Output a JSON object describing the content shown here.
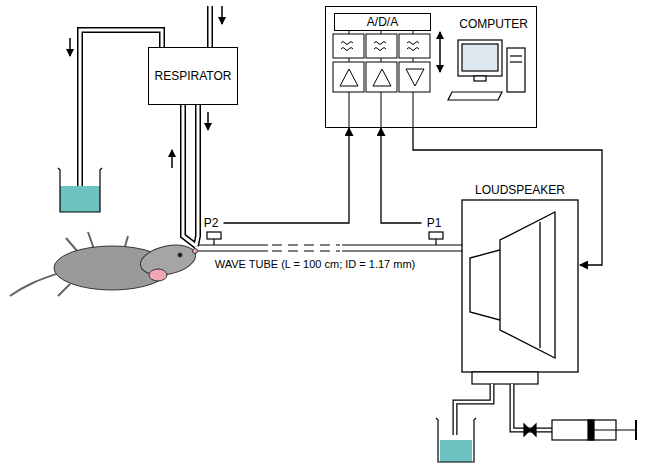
{
  "diagram": {
    "nodes": [
      {
        "text": [
          "COMPUTER"
        ]
      },
      {
        "text": [
          "A/D/A"
        ],
        "in": 0
      },
      {
        "text": [
          "RESPIRATOR"
        ]
      },
      {
        "text": [
          "P2"
        ]
      },
      {
        "text": [
          "P1"
        ]
      },
      {
        "text": [
          "LOUDSPEAKER"
        ]
      }
    ],
    "edges": [
      {
        "from": 3,
        "to": 0,
        "arrow": "to"
      },
      {
        "from": 4,
        "to": 0,
        "arrow": "to"
      },
      {
        "from": 0,
        "to": 5,
        "arrow": "to"
      }
    ],
    "labels": [
      "WAVE TUBE (L = 100 cm; ID = 1.17 mm)"
    ]
  }
}
